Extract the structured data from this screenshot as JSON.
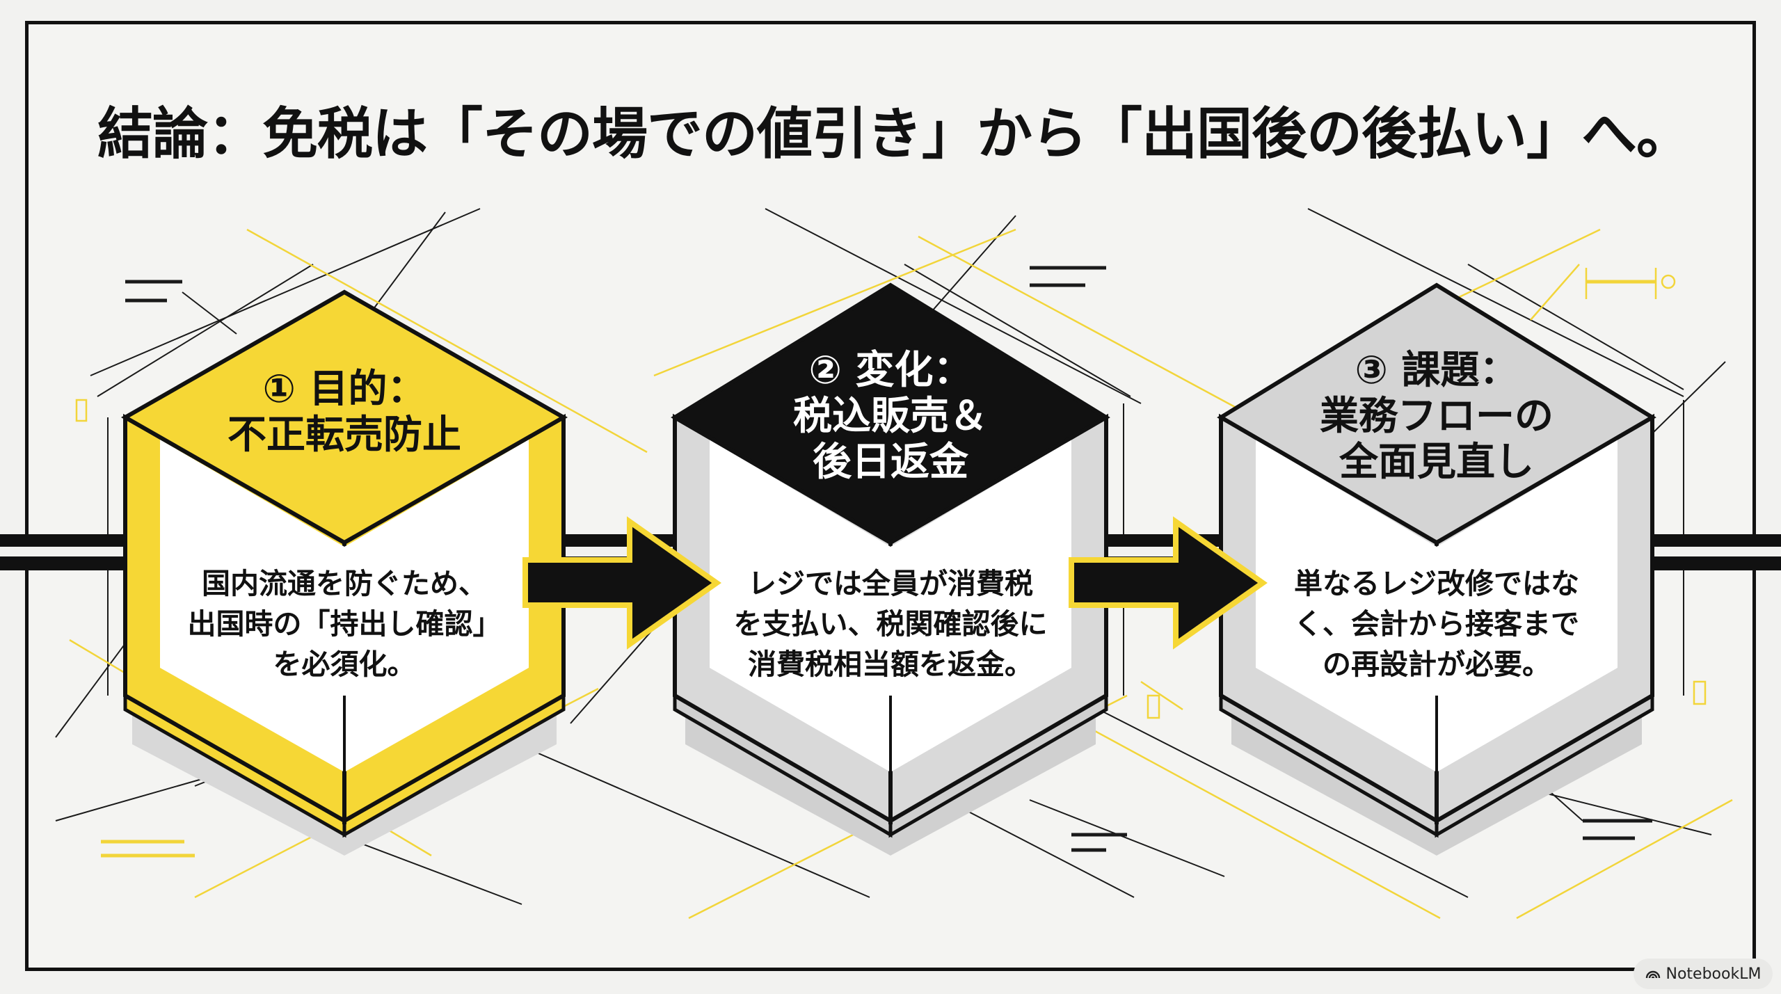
{
  "headline": "結論：免税は「その場での値引き」から「出国後の後払い」へ。",
  "colors": {
    "accent_yellow": "#f6d735",
    "black": "#111111",
    "gray": "#d6d6d6",
    "line_yellow": "#f2d53a"
  },
  "cubes": [
    {
      "title": "① 目的：\n不正転売防止",
      "body": "国内流通を防ぐため、\n出国時の「持出し確認」\nを必須化。"
    },
    {
      "title": "② 変化：\n税込販売＆\n後日返金",
      "body": "レジでは全員が消費税\nを支払い、税関確認後に\n消費税相当額を返金。"
    },
    {
      "title": "③ 課題：\n業務フローの\n全面見直し",
      "body": "単なるレジ改修ではな\nく、会計から接客まで\nの再設計が必要。"
    }
  ],
  "badge": {
    "icon": "notebooklm-logo-icon",
    "label": "NotebookLM"
  }
}
